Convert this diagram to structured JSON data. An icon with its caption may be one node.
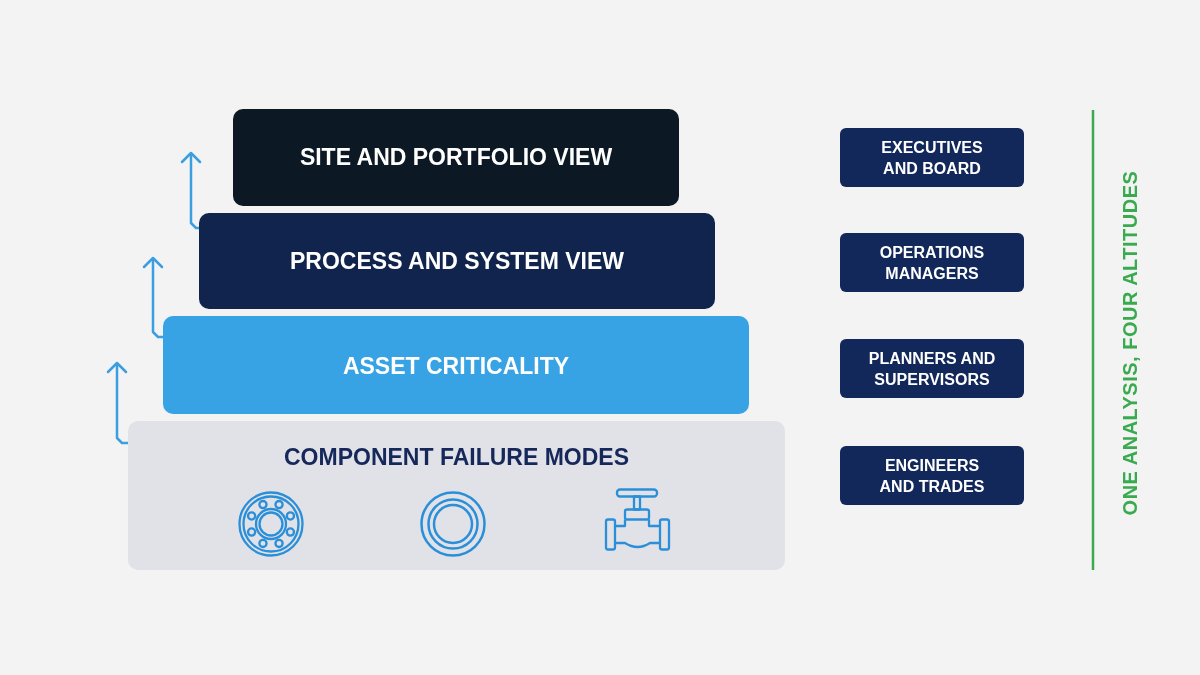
{
  "diagram": {
    "nodes": [
      {
        "text": [
          "SITE AND PORTFOLIO VIEW"
        ]
      },
      {
        "text": [
          "PROCESS AND SYSTEM VIEW"
        ]
      },
      {
        "text": [
          "ASSET CRITICALITY"
        ]
      },
      {
        "text": [
          "COMPONENT FAILURE MODES"
        ]
      },
      {
        "text": [
          "EXECUTIVES AND BOARD"
        ]
      },
      {
        "text": [
          "OPERATIONS MANAGERS"
        ]
      },
      {
        "text": [
          "PLANNERS AND SUPERVISORS"
        ]
      },
      {
        "text": [
          "ENGINEERS AND TRADES"
        ]
      }
    ],
    "edges": [
      {
        "from": 1,
        "to": null,
        "arrow": "to"
      },
      {
        "from": 2,
        "to": null,
        "arrow": "to"
      },
      {
        "from": 3,
        "to": null,
        "arrow": "to"
      }
    ],
    "labels": [
      "ONE ANALYSIS, FOUR ALTITUDES"
    ]
  }
}
